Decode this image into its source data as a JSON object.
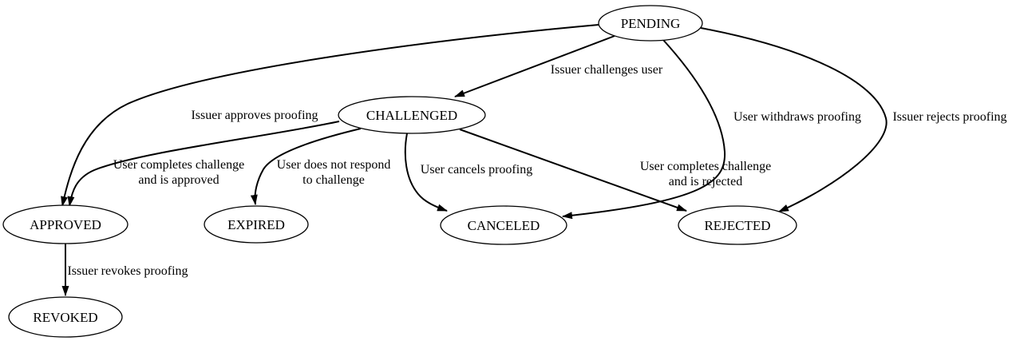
{
  "diagram": {
    "nodes": [
      {
        "id": "pending",
        "label": "PENDING"
      },
      {
        "id": "challenged",
        "label": "CHALLENGED"
      },
      {
        "id": "approved",
        "label": "APPROVED"
      },
      {
        "id": "expired",
        "label": "EXPIRED"
      },
      {
        "id": "canceled",
        "label": "CANCELED"
      },
      {
        "id": "rejected",
        "label": "REJECTED"
      },
      {
        "id": "revoked",
        "label": "REVOKED"
      }
    ],
    "edges": [
      {
        "from": "pending",
        "to": "challenged",
        "label_lines": [
          "Issuer challenges user"
        ]
      },
      {
        "from": "pending",
        "to": "approved",
        "label_lines": [
          "Issuer approves proofing"
        ]
      },
      {
        "from": "pending",
        "to": "canceled",
        "label_lines": [
          "User withdraws proofing"
        ]
      },
      {
        "from": "pending",
        "to": "rejected",
        "label_lines": [
          "Issuer rejects proofing"
        ]
      },
      {
        "from": "challenged",
        "to": "approved",
        "label_lines": [
          "User completes challenge",
          "and is approved"
        ]
      },
      {
        "from": "challenged",
        "to": "expired",
        "label_lines": [
          "User does not respond",
          "to challenge"
        ]
      },
      {
        "from": "challenged",
        "to": "canceled",
        "label_lines": [
          "User cancels proofing"
        ]
      },
      {
        "from": "challenged",
        "to": "rejected",
        "label_lines": [
          "User completes challenge",
          "and is rejected"
        ]
      },
      {
        "from": "approved",
        "to": "revoked",
        "label_lines": [
          "Issuer revokes proofing"
        ]
      }
    ],
    "colors": {
      "stroke": "#000000",
      "text": "#000000",
      "background": "#ffffff"
    }
  }
}
